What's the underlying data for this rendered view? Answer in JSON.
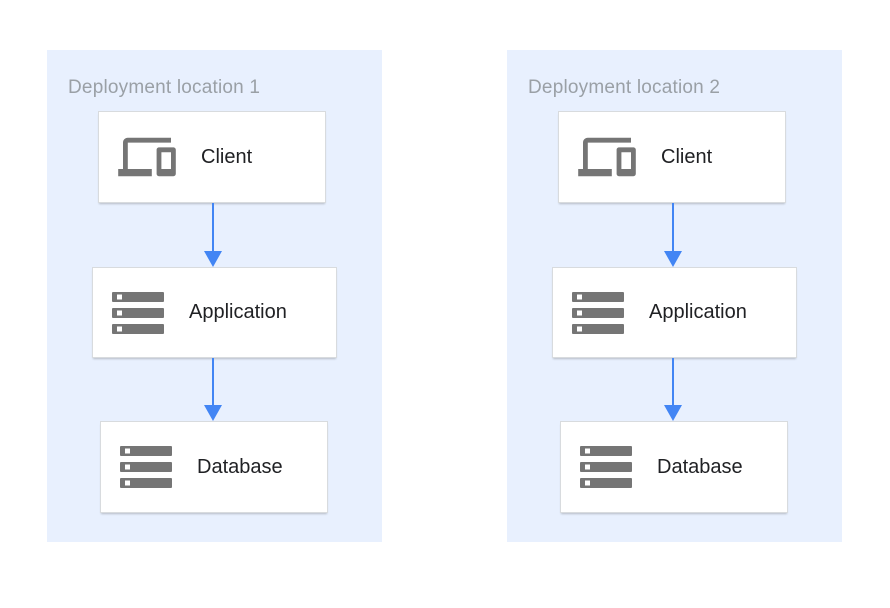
{
  "diagram": {
    "type": "architecture-flow",
    "panels": [
      {
        "title": "Deployment location 1",
        "nodes": [
          {
            "id": "client",
            "label": "Client",
            "icon": "devices-icon"
          },
          {
            "id": "application",
            "label": "Application",
            "icon": "server-stack-icon"
          },
          {
            "id": "database",
            "label": "Database",
            "icon": "server-stack-icon"
          }
        ],
        "edges": [
          {
            "from": "client",
            "to": "application"
          },
          {
            "from": "application",
            "to": "database"
          }
        ]
      },
      {
        "title": "Deployment location 2",
        "nodes": [
          {
            "id": "client",
            "label": "Client",
            "icon": "devices-icon"
          },
          {
            "id": "application",
            "label": "Application",
            "icon": "server-stack-icon"
          },
          {
            "id": "database",
            "label": "Database",
            "icon": "server-stack-icon"
          }
        ],
        "edges": [
          {
            "from": "client",
            "to": "application"
          },
          {
            "from": "application",
            "to": "database"
          }
        ]
      }
    ]
  },
  "colors": {
    "page_background": "#ffffff",
    "panel_background": "#e8f0fe",
    "node_background": "#ffffff",
    "node_border": "#d8dbde",
    "icon_gray": "#757575",
    "title_gray": "#9aa0a6",
    "label_text": "#202124",
    "arrow_blue": "#4285f4"
  }
}
